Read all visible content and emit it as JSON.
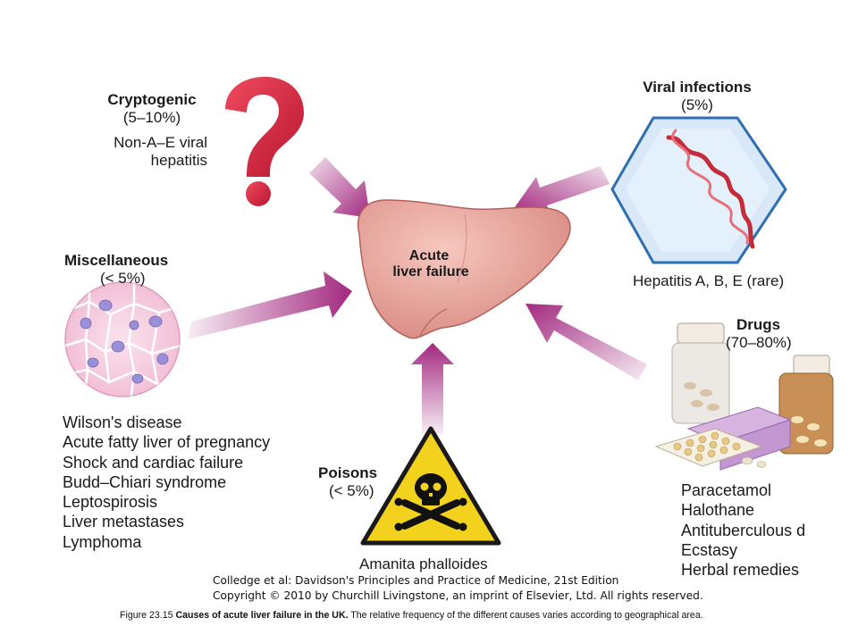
{
  "center": {
    "title_line1": "Acute",
    "title_line2": "liver failure"
  },
  "cryptogenic": {
    "title": "Cryptogenic",
    "percent": "(5–10%)",
    "detail_line1": "Non-A–E viral",
    "detail_line2": "hepatitis"
  },
  "viral": {
    "title": "Viral infections",
    "percent": "(5%)",
    "detail": "Hepatitis A, B, E (rare)"
  },
  "misc": {
    "title": "Miscellaneous",
    "percent": "(< 5%)",
    "items": [
      "Wilson's disease",
      "Acute fatty liver of pregnancy",
      "Shock and cardiac failure",
      "Budd–Chiari syndrome",
      "Leptospirosis",
      "Liver metastases",
      "Lymphoma"
    ]
  },
  "drugs": {
    "title": "Drugs",
    "percent": "(70–80%)",
    "items": [
      "Paracetamol",
      "Halothane",
      "Antituberculous d",
      "Ecstasy",
      "Herbal remedies"
    ]
  },
  "poisons": {
    "title": "Poisons",
    "percent": "(< 5%)",
    "detail": "Amanita phalloides"
  },
  "credit": {
    "line1": "Colledge et al: Davidson's Principles and Practice of Medicine, 21st Edition",
    "line2": "Copyright © 2010 by Churchill Livingstone, an imprint of Elsevier, Ltd. All rights reserved."
  },
  "caption": {
    "label": "Figure 23.15 ",
    "bold": "Causes of acute liver failure in the UK.",
    "rest": " The relative frequency of the different causes varies according to geographical area."
  },
  "colors": {
    "arrow": "#a2287f",
    "liver": "#e9a79d",
    "liver_edge": "#b4605a",
    "question": "#d6243e",
    "hexagon_fill": "#d8e8f8",
    "hexagon_edge": "#2e6fb0",
    "helix": "#c42c3a",
    "warning": "#f2d21c",
    "cell_fill": "#f6cfe2",
    "cell_nucleus": "#9a90d8"
  },
  "icons": [
    "question-mark-icon",
    "dna-helix-icon",
    "liver-cells-icon",
    "pill-bottles-icon",
    "skull-crossbones-icon",
    "liver-icon"
  ]
}
